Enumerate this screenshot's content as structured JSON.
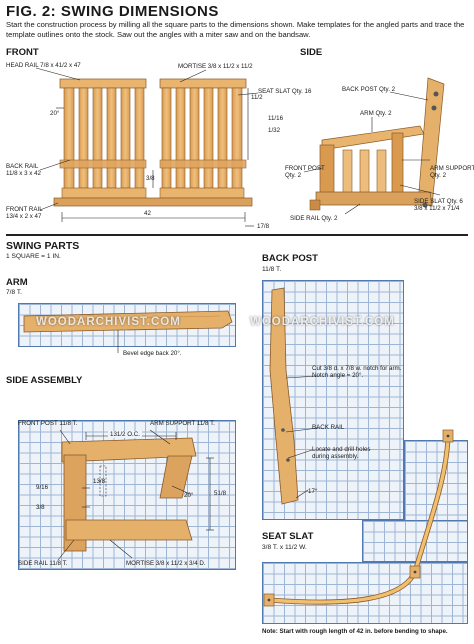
{
  "title": "FIG. 2: SWING DIMENSIONS",
  "intro": "Start the construction process by milling all the square parts to the dimensions shown. Make templates for the angled parts and trace the template outlines onto the stock. Saw out the angles with a miter saw and on the bandsaw.",
  "front": {
    "heading": "FRONT",
    "labels": {
      "head_rail": "HEAD RAIL 7/8 x 41/2 x 47",
      "mortise": "MORTISE 3/8 x 11/2 x 11/2",
      "seat_slat_qty": "SEAT SLAT Qty. 16",
      "dim_20_deg": "20°",
      "dim_11_2": "11/2",
      "dim_11_16": "11/16",
      "dim_1_32": "1/32",
      "back_rail": "BACK RAIL\n11/8 x 3 x 42",
      "dim_3_8": "3/8",
      "front_rail": "FRONT RAIL\n13/4 x 2 x 47",
      "dim_42": "42",
      "dim_1_7_8": "17/8"
    }
  },
  "side": {
    "heading": "SIDE",
    "labels": {
      "back_post": "BACK POST Qty. 2",
      "arm": "ARM Qty. 2",
      "front_post": "FRONT POST\nQty. 2",
      "arm_support": "ARM SUPPORT\nQty. 2",
      "side_slat": "SIDE SLAT Qty. 6\n3/8 x 11/2 x 71/4",
      "side_rail": "SIDE RAIL Qty. 2"
    }
  },
  "swing_parts": {
    "heading": "SWING PARTS",
    "scale": "1 SQUARE = 1 IN."
  },
  "arm": {
    "heading": "ARM",
    "thickness": "7/8 T.",
    "bevel": "Bevel edge back 20°."
  },
  "side_assembly": {
    "heading": "SIDE ASSEMBLY",
    "front_post": "FRONT POST 11/8 T.",
    "arm_support": "ARM SUPPORT 11/8 T.",
    "oc": "131/2 O.C.",
    "dim_1_3_8": "13/8",
    "dim_9_16": "9/16",
    "dim_3_8": "3/8",
    "dim_20_deg": "20°",
    "dim_5_1_8": "51/8",
    "side_rail": "SIDE RAIL 11/8 T.",
    "mortise": "MORTISE 3/8 x 11/2 x 3/4 D."
  },
  "back_post": {
    "heading": "BACK POST",
    "thickness": "11/8 T.",
    "notch": "Cut 3/8 d. x 7/8 w. notch for arm.\nNotch angle = 20°.",
    "back_rail": "BACK RAIL",
    "locate": "Locate and drill holes\nduring assembly.",
    "angle": "17°"
  },
  "seat_slat": {
    "heading": "SEAT SLAT",
    "thickness": "3/8 T. x 11/2 W.",
    "note": "Note: Start with rough length of 42 in. before bending to shape."
  },
  "watermark": "WOODARCHIVIST.COM",
  "colors": {
    "wood": "#e5b06a",
    "wood_dark": "#b7793a",
    "grid_line": "#9db6d6",
    "grid_bg": "#eef3fa",
    "text": "#1a1a1a"
  }
}
